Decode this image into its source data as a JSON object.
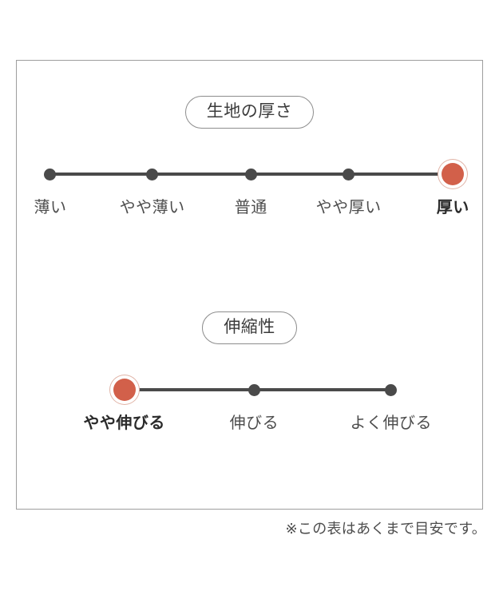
{
  "chart_data": {
    "type": "scale-diagram",
    "title": "",
    "scales": [
      {
        "title": "生地の厚さ",
        "categories": [
          "薄い",
          "やや薄い",
          "普通",
          "やや厚い",
          "厚い"
        ],
        "selected_index": 4,
        "positions_pct": [
          7.2,
          29.1,
          50.3,
          71.3,
          93.7
        ]
      },
      {
        "title": "伸縮性",
        "categories": [
          "やや伸びる",
          "伸びる",
          "よく伸びる"
        ],
        "selected_index": 0,
        "positions_pct": [
          23.1,
          51.0,
          80.4
        ]
      }
    ],
    "footnote": "※この表はあくまで目安です。",
    "colors": {
      "active": "#d2604a",
      "active_ring": "#e0b3a6",
      "node": "#4a4a4a",
      "track": "#4a4a4a",
      "frame_border": "#9e9e9e",
      "pill_border": "#8d8d8d",
      "text": "#4d4d4d",
      "text_active": "#2b2b2b",
      "background": "#ffffff"
    }
  }
}
